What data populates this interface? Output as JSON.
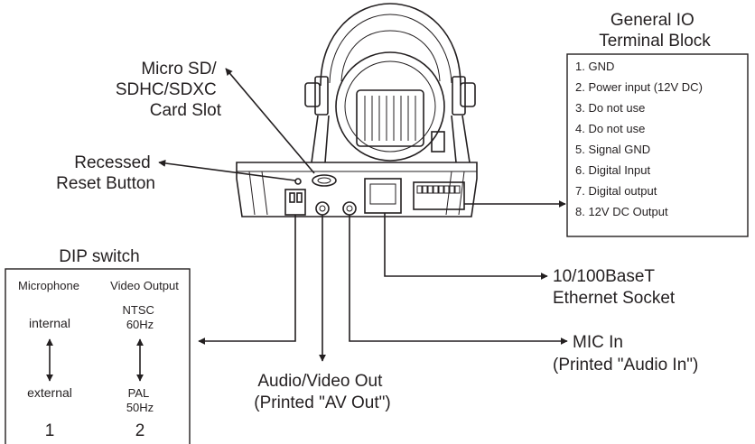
{
  "labels": {
    "sd_slot": [
      "Micro SD/",
      "SDHC/SDXC",
      "Card Slot"
    ],
    "reset": [
      "Recessed",
      "Reset Button"
    ],
    "general_io_title": [
      "General IO",
      "Terminal Block"
    ],
    "ethernet": [
      "10/100BaseT",
      "Ethernet Socket"
    ],
    "mic_in": [
      "MIC In",
      "(Printed \"Audio In\")"
    ],
    "av_out": [
      "Audio/Video Out",
      "(Printed \"AV Out\")"
    ]
  },
  "io_terminals": [
    "1. GND",
    "2. Power input (12V DC)",
    "3. Do not use",
    "4. Do not use",
    "5. Signal GND",
    "6. Digital Input",
    "7. Digital output",
    "8. 12V DC Output"
  ],
  "dip_switch": {
    "title": "DIP switch",
    "col1_header": "Microphone",
    "col2_header": "Video Output",
    "col1_top": "internal",
    "col1_bottom": "external",
    "col2_top": [
      "NTSC",
      "60Hz"
    ],
    "col2_bottom": [
      "PAL",
      "50Hz"
    ],
    "col1_number": "1",
    "col2_number": "2"
  }
}
